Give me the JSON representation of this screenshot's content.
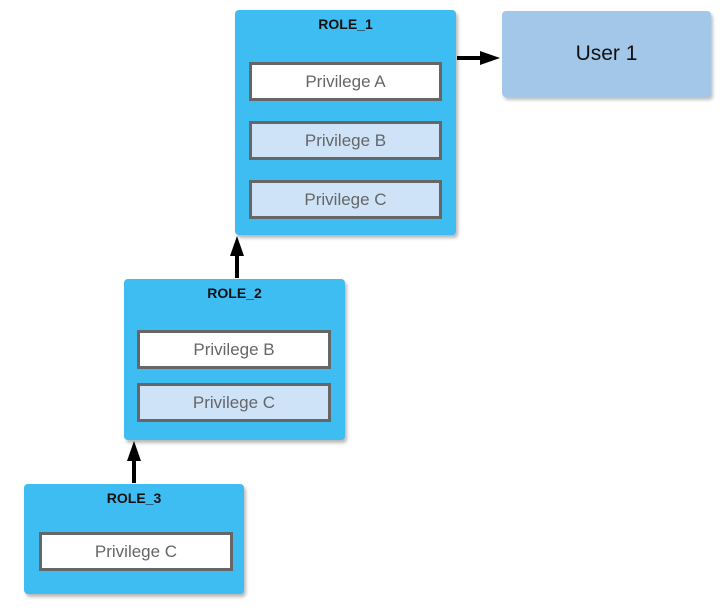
{
  "roles": [
    {
      "title": "ROLE_1",
      "privileges": [
        {
          "label": "Privilege A",
          "shaded": false
        },
        {
          "label": "Privilege B",
          "shaded": true
        },
        {
          "label": "Privilege C",
          "shaded": true
        }
      ]
    },
    {
      "title": "ROLE_2",
      "privileges": [
        {
          "label": "Privilege B",
          "shaded": false
        },
        {
          "label": "Privilege C",
          "shaded": true
        }
      ]
    },
    {
      "title": "ROLE_3",
      "privileges": [
        {
          "label": "Privilege C",
          "shaded": false
        }
      ]
    }
  ],
  "user": {
    "label": "User 1"
  },
  "colors": {
    "role_box": "#3dbdf2",
    "user_box": "#a2c7e9",
    "privilege_shaded": "#cfe3f8",
    "privilege_border": "#666666",
    "arrow": "#000000"
  }
}
